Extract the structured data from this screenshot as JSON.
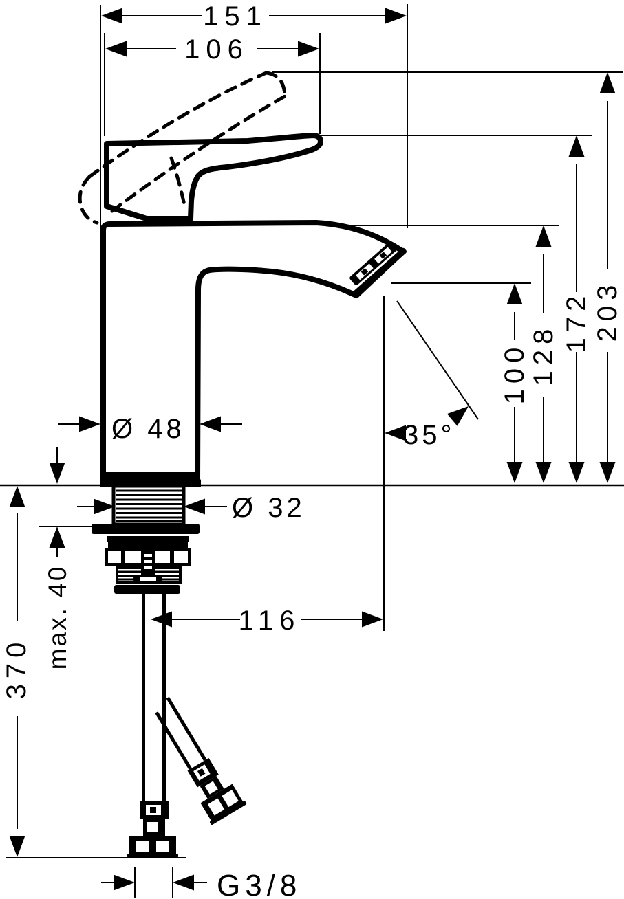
{
  "drawing": {
    "type": "faucet-installation-dimension-drawing",
    "colors": {
      "line": "#000000",
      "background": "#ffffff"
    },
    "dims": {
      "total_projection": "151",
      "handle_projection": "106",
      "total_height": "203",
      "handle_height": "172",
      "spout_top_height": "128",
      "outlet_height": "100",
      "body_diameter": "Ø 48",
      "shank_diameter": "Ø 32",
      "spray_angle": "35°",
      "max_counter_thickness": "max. 40",
      "hose_length": "370",
      "outlet_reach": "116",
      "connection_thread": "G3/8"
    }
  }
}
